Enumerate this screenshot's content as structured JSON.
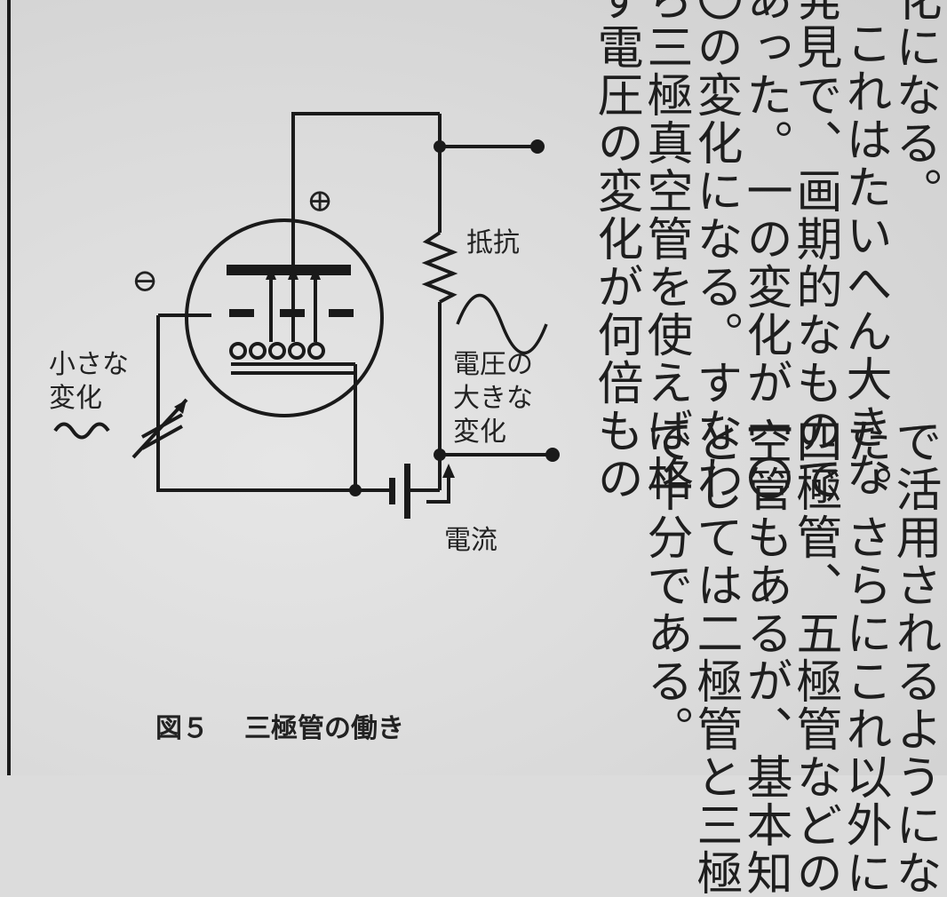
{
  "text_columns_upper": [
    "化になる。",
    "これはたいへん大きな",
    "発見で、画期的なもので",
    "あった。一の変化が一〇",
    "〇の変化になる。すなわ",
    "ら三極真空管を使えば格",
    "す電圧の変化が何倍もの"
  ],
  "text_columns_lower": [
    "で活用されるようにな",
    "た。さらにこれ以外に",
    "四極管、五極管などの",
    "空管もあるが、基本知",
    "としては二極管と三極",
    "で十分である。"
  ],
  "diagram": {
    "plus_sign": "⊕",
    "minus_sign": "⊖",
    "resistor_label": "抵抗",
    "small_change_label_1": "小さな",
    "small_change_label_2": "変化",
    "large_change_label_1": "電圧の",
    "large_change_label_2": "大きな",
    "large_change_label_3": "変化",
    "current_label": "電流"
  },
  "caption": {
    "number": "図５",
    "title": "三極管の働き"
  }
}
